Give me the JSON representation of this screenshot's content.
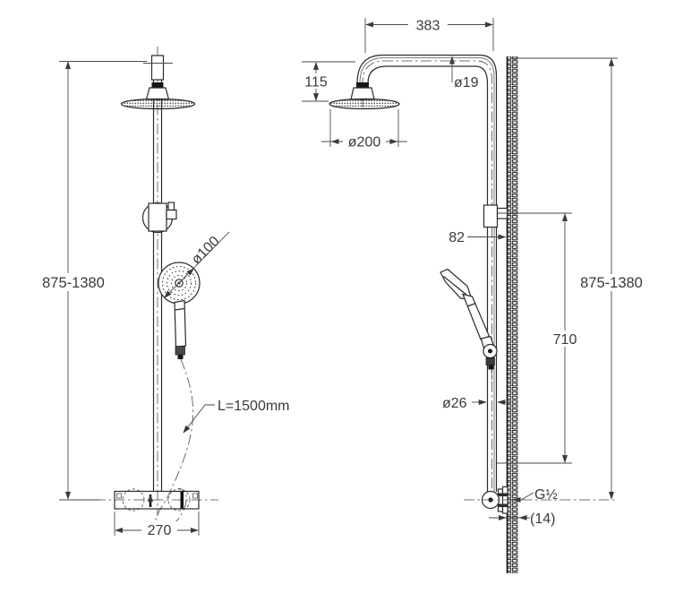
{
  "drawing": {
    "kind": "shower-column-technical-drawing",
    "line_color": "#2b2b2b",
    "front_view": {
      "height_range": "875-1380",
      "base_width": "270",
      "handshower_diameter": "ø100",
      "hose_length": "L=1500mm"
    },
    "side_view": {
      "arm_length": "383",
      "head_drop": "115",
      "arm_pipe_diameter": "ø19",
      "head_diameter": "ø200",
      "bracket_offset": "82",
      "height_range": "875-1380",
      "rail_length": "710",
      "column_diameter": "ø26",
      "connection_thread": "G½",
      "wall_thickness": "(14)"
    }
  }
}
